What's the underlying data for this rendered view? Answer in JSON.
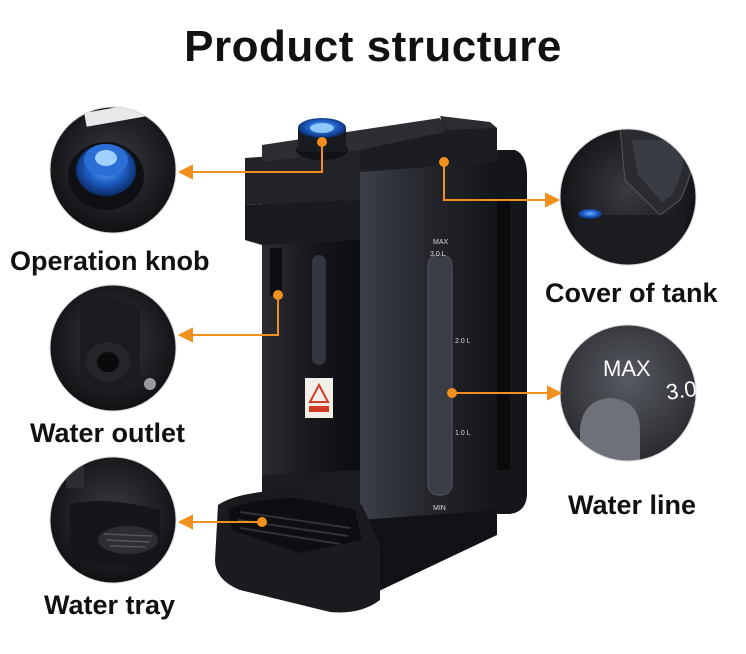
{
  "title": "Product structure",
  "callouts": [
    {
      "id": "operation-knob",
      "label": "Operation knob"
    },
    {
      "id": "cover-of-tank",
      "label": "Cover of tank"
    },
    {
      "id": "water-outlet",
      "label": "Water outlet"
    },
    {
      "id": "water-line",
      "label": "Water line"
    },
    {
      "id": "water-tray",
      "label": "Water tray"
    }
  ],
  "tank_markings": {
    "max": "MAX",
    "three_l": "3.0 L",
    "two_l": "2.0 L",
    "one_l": "1.0 L",
    "min": "MIN"
  },
  "colors": {
    "arrow": "#f0901e",
    "body": "#1c1d22",
    "knob": "#1e5fc8"
  }
}
